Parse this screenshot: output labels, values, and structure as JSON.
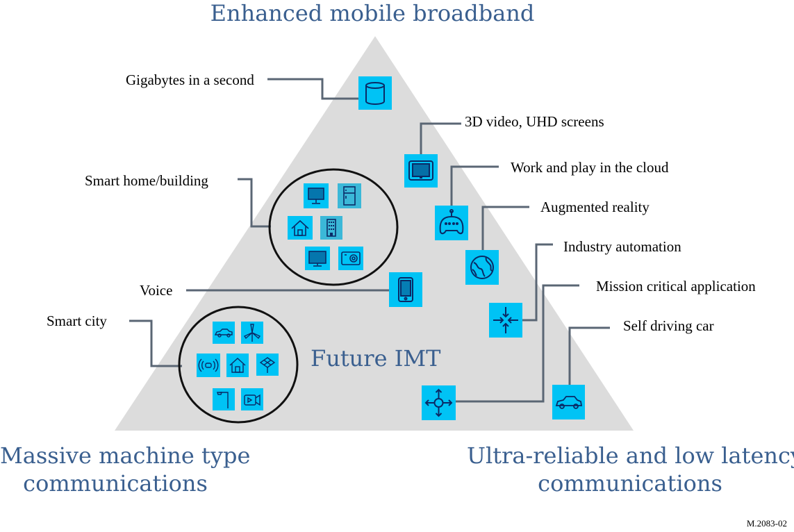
{
  "title_top": "Enhanced mobile broadband",
  "title_bottom_left": [
    "Massive machine type",
    "communications"
  ],
  "title_bottom_right": [
    "Ultra-reliable and low latency",
    "communications"
  ],
  "center_label": "Future IMT",
  "figure_ref": "M.2083-02",
  "labels": {
    "gigabytes": "Gigabytes in a second",
    "video_3d": "3D video, UHD screens",
    "cloud": "Work and play in the cloud",
    "augmented_reality": "Augmented reality",
    "smart_home": "Smart home/building",
    "industry_automation": "Industry automation",
    "voice": "Voice",
    "mission_critical": "Mission critical application",
    "smart_city": "Smart city",
    "self_driving": "Self driving car"
  },
  "colors": {
    "triangle": "#dcdcdc",
    "icon_fill": "#00c3f5",
    "icon_stroke": "#0a2a66",
    "connector": "#5a6674",
    "title": "#3a5f8f"
  }
}
